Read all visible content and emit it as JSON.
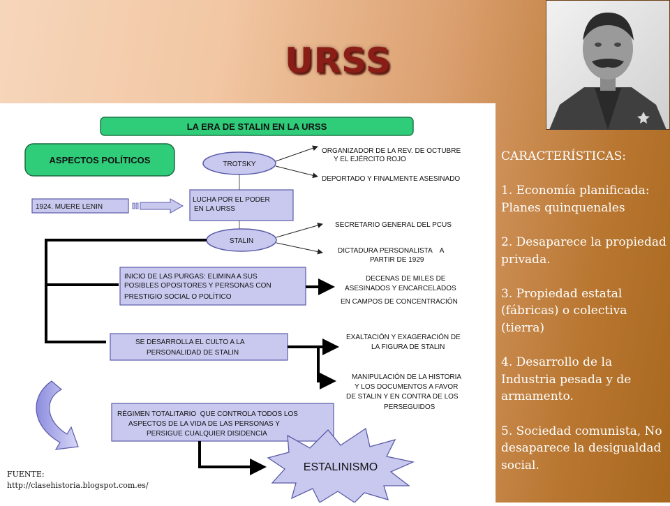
{
  "slide": {
    "title": "URSS"
  },
  "diagram": {
    "header": "LA ERA DE STALIN EN LA URSS",
    "aspectos": "ASPECTOS POLÍTICOS",
    "trotsky": "TROTSKY",
    "trotsky_role_1": "ORGANIZADOR DE LA REV. DE OCTUBRE",
    "trotsky_role_2": "Y EL EJÉRCITO ROJO",
    "trotsky_fate": "DEPORTADO Y FINALMENTE ASESINADO",
    "lenin": "1924. MUERE LENIN",
    "lucha_1": "LUCHA POR EL PODER",
    "lucha_2": "EN LA URSS",
    "stalin": "STALIN",
    "secretario": "SECRETARIO GENERAL DEL PCUS",
    "dictadura_1": "DICTADURA PERSONALISTA    A",
    "dictadura_2": "PARTIR DE 1929",
    "purgas_1": "INICIO DE LAS PURGAS: ELIMINA A SUS",
    "purgas_2": "POSIBLES OPOSITORES Y PERSONAS CON",
    "purgas_3": "PRESTIGIO SOCIAL O POLÍTICO",
    "decenas_1": "DECENAS DE MILES DE",
    "decenas_2": "ASESINADOS Y ENCARCELADOS",
    "decenas_3": "EN CAMPOS DE CONCENTRACIÓN",
    "culto_1": "SE DESARROLLA EL CULTO A LA",
    "culto_2": "PERSONALIDAD DE STALIN",
    "exaltacion_1": "EXALTACIÓN Y EXAGERACIÓN DE",
    "exaltacion_2": "LA FIGURA DE STALIN",
    "manip_1": "MANIPULACIÓN DE LA HISTORIA",
    "manip_2": "Y LOS DOCUMENTOS A FAVOR",
    "manip_3": "DE STALIN Y EN CONTRA DE LOS",
    "manip_4": "PERSEGUIDOS",
    "regimen_1": "RÉGIMEN TOTALITARIO  QUE CONTROLA TODOS LOS",
    "regimen_2": "ASPECTOS DE LA VIDA DE LAS PERSONAS Y",
    "regimen_3": "PERSIGUE CUALQUIER DISIDENCIA",
    "estalinismo": "ESTALINISMO"
  },
  "caracteristicas": {
    "heading": "CARACTERÍSTICAS:",
    "item1": "1. Economía planificada: Planes quinquenales",
    "item2": "2. Desaparece la propiedad privada.",
    "item3": "3. Propiedad estatal (fábricas) o colectiva (tierra)",
    "item4": "4. Desarrollo de la Industria pesada y de armamento.",
    "item5": "5. Sociedad comunista, No desaparece la desigualdad social."
  },
  "fuente": {
    "label": "FUENTE:",
    "url": "http://clasehistoria.blogspot.com.es/"
  },
  "colors": {
    "title": "#8b1d17",
    "pill_green": "#2fcc7a",
    "box_lavender": "#c9c9f0",
    "box_border": "#5a5aa8"
  }
}
